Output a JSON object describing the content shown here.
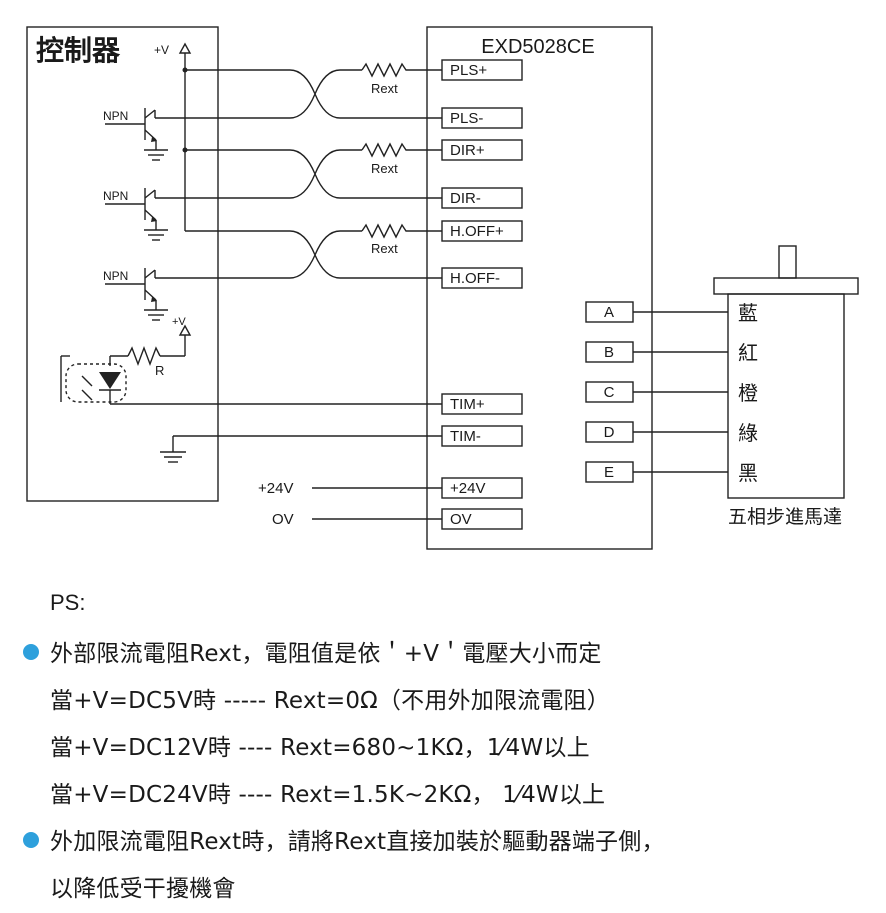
{
  "controller": {
    "title": "控制器",
    "supply": "+V",
    "npn": "NPN",
    "resistor": "R"
  },
  "driver": {
    "title": "EXD5028CE",
    "rext": "Rext",
    "inputs": [
      "PLS+",
      "PLS-",
      "DIR+",
      "DIR-",
      "H.OFF+",
      "H.OFF-",
      "TIM+",
      "TIM-",
      "+24V",
      "OV"
    ],
    "phases": [
      "A",
      "B",
      "C",
      "D",
      "E"
    ]
  },
  "power": {
    "v24": "+24V",
    "ov": "OV"
  },
  "motor": {
    "wires": [
      "藍",
      "紅",
      "橙",
      "綠",
      "黑"
    ],
    "label": "五相步進馬達"
  },
  "notes": {
    "ps": "PS:",
    "lines": [
      "外部限流電阻Rext，電阻值是依＇+V＇電壓大小而定",
      "當+V=DC5V時 ----- Rext=0Ω（不用外加限流電阻）",
      "當+V=DC12V時 ---- Rext=680~1KΩ，1⁄4W以上",
      "當+V=DC24V時 ---- Rext=1.5K~2KΩ， 1⁄4W以上",
      "外加限流電阻Rext時，請將Rext直接加裝於驅動器端子側，",
      "以降低受干擾機會"
    ]
  }
}
